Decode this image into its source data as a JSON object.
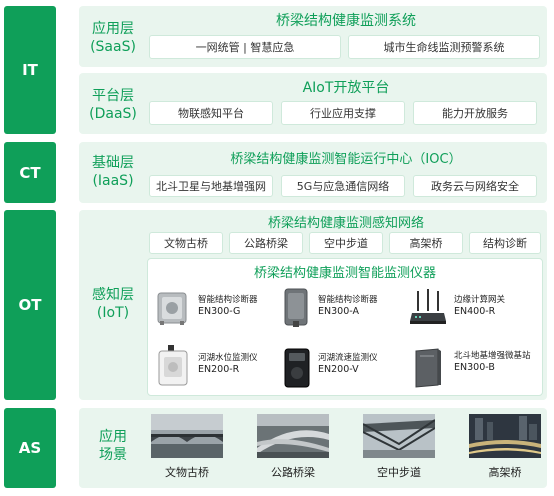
{
  "sidebar": [
    "IT",
    "CT",
    "OT",
    "AS"
  ],
  "saas": {
    "layer": "应用层",
    "layer_en": "(SaaS)",
    "title": "桥梁结构健康监测系统",
    "items": [
      "一网统管 | 智慧应急",
      "城市生命线监测预警系统"
    ]
  },
  "daas": {
    "layer": "平台层",
    "layer_en": "(DaaS)",
    "title": "AIoT开放平台",
    "items": [
      "物联感知平台",
      "行业应用支撑",
      "能力开放服务"
    ]
  },
  "iaas": {
    "layer": "基础层",
    "layer_en": "(IaaS)",
    "title": "桥梁结构健康监测智能运行中心（IOC）",
    "items": [
      "北斗卫星与地基增强网",
      "5G与应急通信网络",
      "政务云与网络安全"
    ]
  },
  "iot": {
    "layer": "感知层",
    "layer_en": "(IoT)",
    "network_title": "桥梁结构健康监测感知网络",
    "network_items": [
      "文物古桥",
      "公路桥梁",
      "空中步道",
      "高架桥",
      "结构诊断"
    ],
    "instrument_title": "桥梁结构健康监测智能监测仪器",
    "devices": [
      {
        "name": "智能结构诊断器",
        "model": "EN300-G",
        "icon": "diagnostic-device-icon"
      },
      {
        "name": "智能结构诊断器",
        "model": "EN300-A",
        "icon": "diagnostic-device-icon"
      },
      {
        "name": "边缘计算网关",
        "model": "EN400-R",
        "icon": "gateway-router-icon"
      },
      {
        "name": "河湖水位监测仪",
        "model": "EN200-R",
        "icon": "water-level-meter-icon"
      },
      {
        "name": "河湖流速监测仪",
        "model": "EN200-V",
        "icon": "flow-velocity-meter-icon"
      },
      {
        "name": "北斗地基增强微基站",
        "model": "EN300-B",
        "icon": "beidou-base-station-icon"
      }
    ]
  },
  "as": {
    "layer_line1": "应用",
    "layer_line2": "场景",
    "scenes": [
      {
        "caption": "文物古桥",
        "image": "ancient-bridge-photo"
      },
      {
        "caption": "公路桥梁",
        "image": "highway-bridge-photo"
      },
      {
        "caption": "空中步道",
        "image": "sky-walkway-photo"
      },
      {
        "caption": "高架桥",
        "image": "viaduct-photo"
      }
    ]
  },
  "colors": {
    "accent": "#0f9f59",
    "panel": "#e9f5ee",
    "box_border": "#cfe9db"
  }
}
